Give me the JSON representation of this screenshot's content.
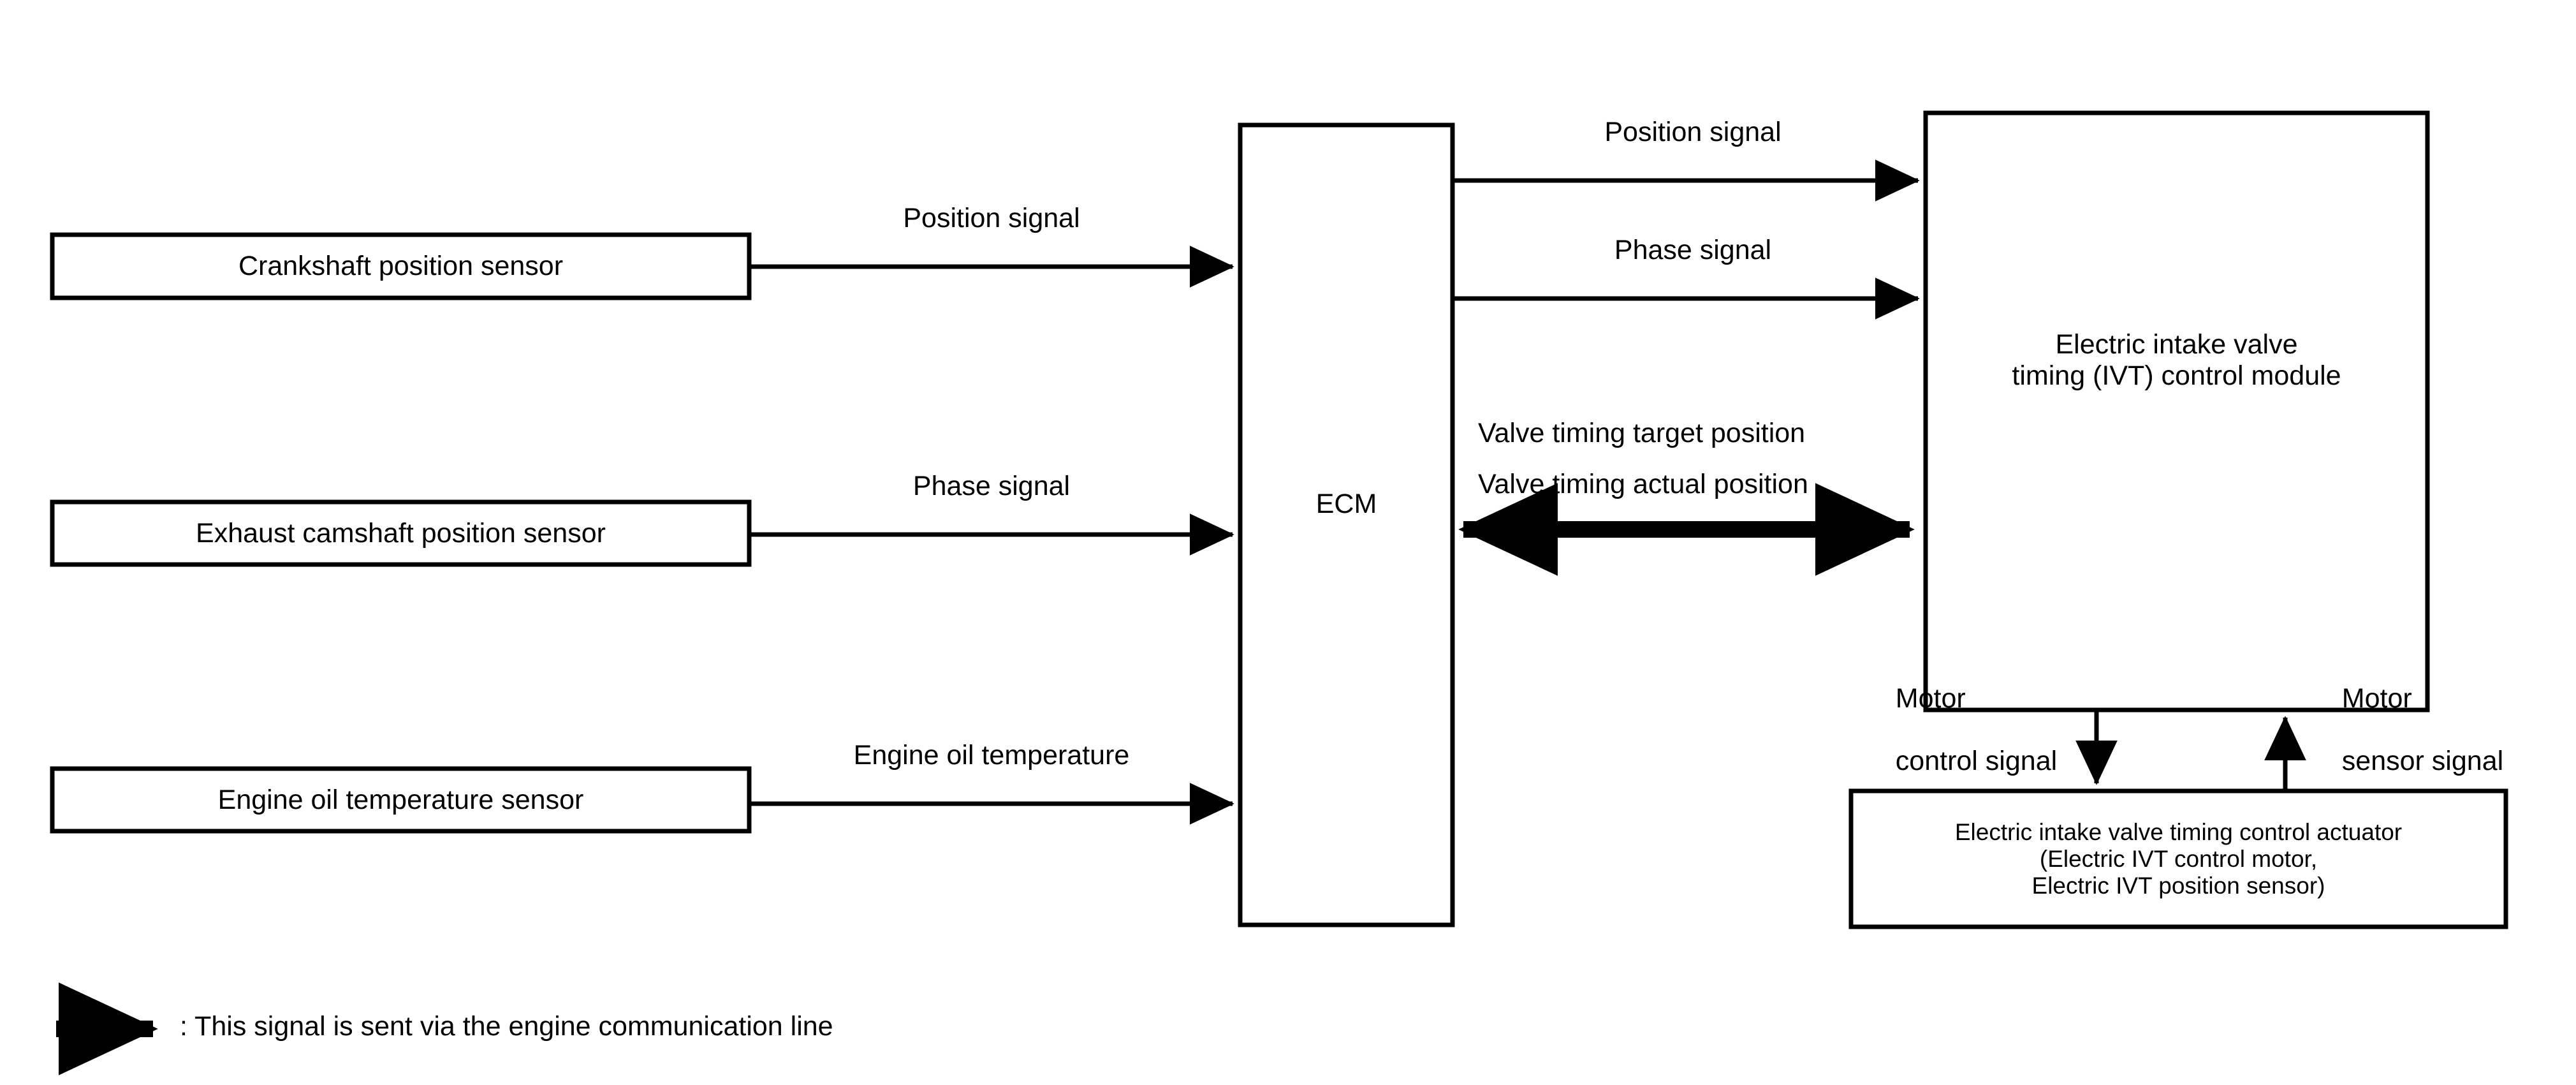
{
  "diagram": {
    "title": "Electric intake valve timing (IVT) control system block diagram",
    "line_color": "#000000",
    "background": "#ffffff"
  },
  "blocks": {
    "crankshaft_sensor": {
      "label": "Crankshaft position sensor"
    },
    "exhaust_cam_sensor": {
      "label": "Exhaust camshaft position sensor"
    },
    "oil_temp_sensor": {
      "label": "Engine oil temperature sensor"
    },
    "ecm": {
      "label": "ECM"
    },
    "ivt_module": {
      "line1": "Electric intake valve",
      "line2": "timing (IVT) control module"
    },
    "ivt_actuator": {
      "line1": "Electric intake valve timing control actuator",
      "line2": "(Electric IVT control motor,",
      "line3": "Electric IVT position sensor)"
    }
  },
  "signals": {
    "crank_to_ecm": "Position signal",
    "cam_to_ecm": "Phase signal",
    "oil_to_ecm": "Engine oil temperature",
    "ecm_to_module_position": "Position signal",
    "ecm_to_module_phase": "Phase signal",
    "valve_target": "Valve timing target position",
    "valve_actual": "Valve timing actual position",
    "motor_control_line1": "Motor",
    "motor_control_line2": "control signal",
    "motor_sensor_line1": "Motor",
    "motor_sensor_line2": "sensor signal"
  },
  "legend": {
    "text": ": This signal is sent via the engine communication line"
  }
}
